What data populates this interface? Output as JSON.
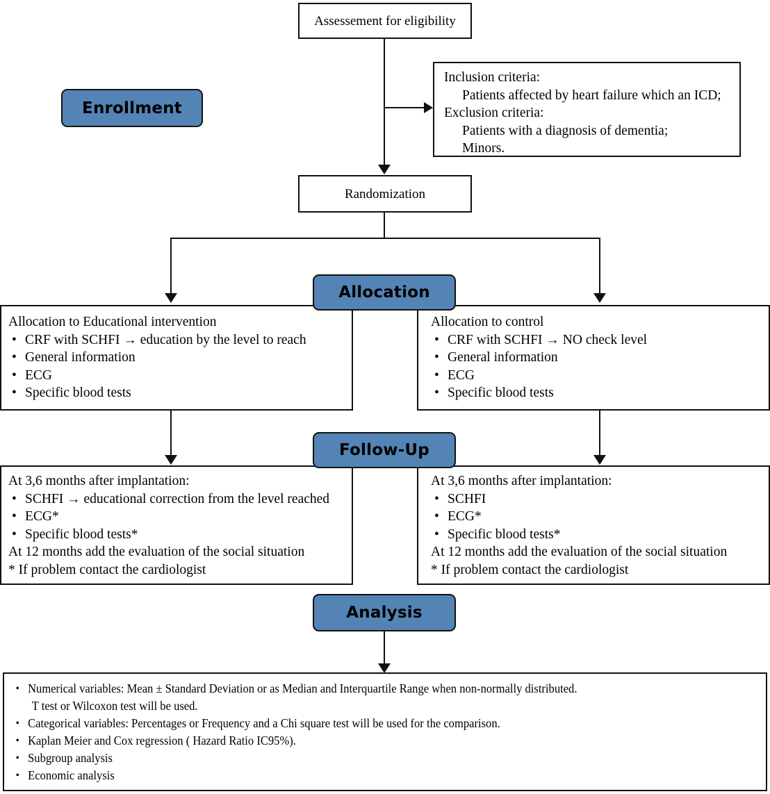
{
  "diagram": {
    "title": "CONSORT-style study flow diagram",
    "accent_color": "#5384b5",
    "line_color": "#111111",
    "background": "#ffffff"
  },
  "stages": {
    "enrollment": "Enrollment",
    "allocation": "Allocation",
    "followup": "Follow-Up",
    "analysis": "Analysis"
  },
  "nodes": {
    "assessment": "Assessement for eligibility",
    "randomization": "Randomization",
    "criteria": {
      "l1": "Inclusion criteria:",
      "l2": "Patients affected by heart failure which an ICD;",
      "l3": "Exclusion criteria:",
      "l4": "Patients with a diagnosis of dementia;",
      "l5": "Minors."
    },
    "allocation_left": {
      "heading": "Allocation to Educational intervention",
      "items": [
        "CRF with SCHFI → education by the level to reach",
        "General information",
        "ECG",
        "Specific blood tests"
      ]
    },
    "allocation_right": {
      "heading": "Allocation to control",
      "items": [
        "CRF with SCHFI → NO check level",
        "General information",
        "ECG",
        "Specific blood tests"
      ]
    },
    "followup_left": {
      "heading": "At 3,6 months after implantation:",
      "items": [
        "SCHFI → educational correction from the level reached",
        "ECG*",
        "Specific blood tests*"
      ],
      "footer1": "At 12 months add the evaluation of the social situation",
      "footer2": "* If problem contact the cardiologist"
    },
    "followup_right": {
      "heading": "At 3,6 months after implantation:",
      "items": [
        "SCHFI",
        "ECG*",
        "Specific blood tests*"
      ],
      "footer1": "At 12 months add the evaluation of the social situation",
      "footer2": "* If problem contact the cardiologist"
    },
    "analysis_panel": {
      "items": [
        "Numerical variables: Mean ± Standard Deviation or as Median and Interquartile Range when non-normally distributed.",
        "Categorical variables: Percentages or Frequency and a Chi square test will be used for the comparison.",
        "Kaplan Meier and Cox regression ( Hazard Ratio IC95%).",
        "Subgroup analysis",
        "Economic analysis"
      ],
      "item1_continuation": " T test or Wilcoxon test will be used."
    }
  }
}
